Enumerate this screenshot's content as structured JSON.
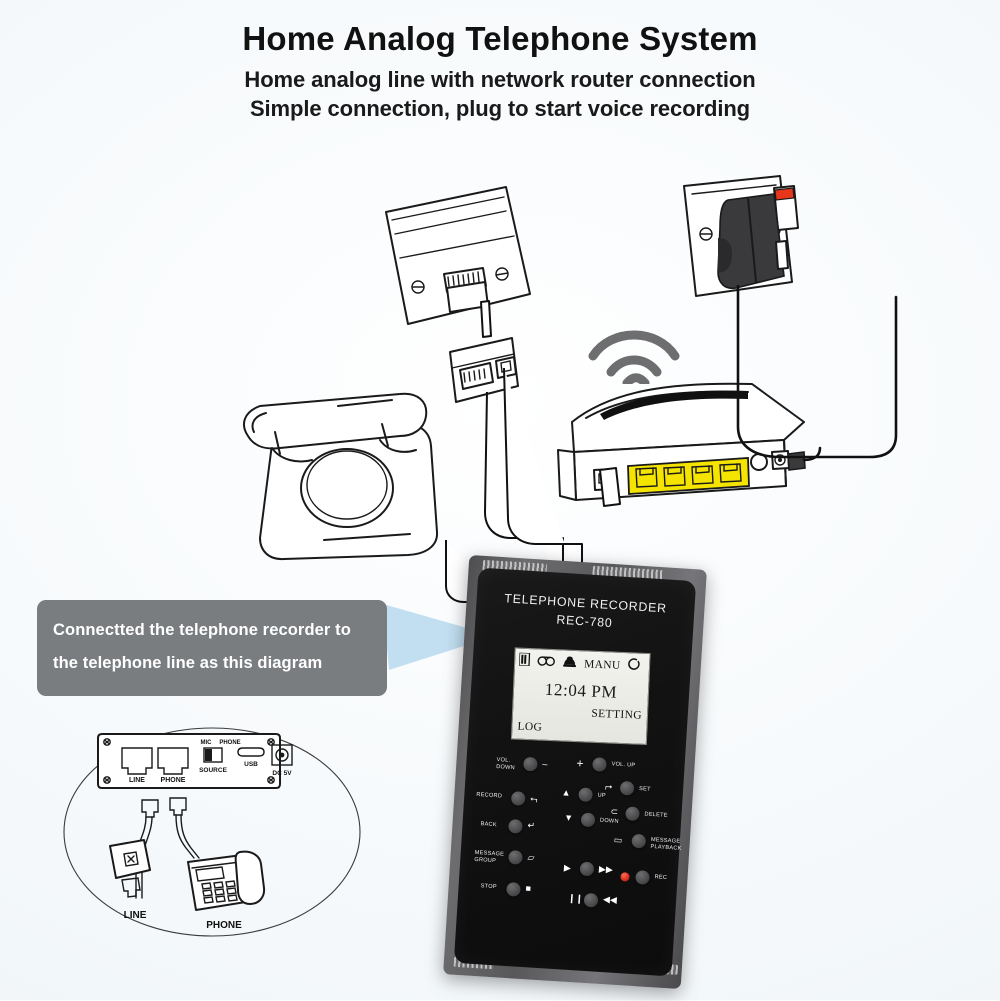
{
  "header": {
    "title": "Home Analog Telephone System",
    "subtitle_1": "Home analog line with network router connection",
    "subtitle_2": "Simple connection, plug to start voice recording"
  },
  "callout": {
    "line_1": "Connectted the telephone recorder to",
    "line_2": "the telephone line as this diagram",
    "bg_color": "#7a7d80",
    "text_color": "#ffffff",
    "arrow_color": "#bcdcf0"
  },
  "device": {
    "brand_line_1": "TELEPHONE RECORDER",
    "brand_line_2": "REC-780",
    "bezel_color": "#5a5a5c",
    "face_color": "#111111",
    "lcd": {
      "status_icons": [
        "battery-icon",
        "cassette-icon",
        "telephone-icon",
        "circle-icon"
      ],
      "mode_label": "MANU",
      "time": "12:04 PM",
      "soft_left": "LOG",
      "soft_right": "SETTING",
      "screen_color": "#ecece6"
    },
    "buttons": [
      {
        "name": "vol-down",
        "label": "VOL.\nDOWN",
        "glyph": "–"
      },
      {
        "name": "vol-up",
        "label": "VOL. UP",
        "glyph": "+"
      },
      {
        "name": "set",
        "label": "SET",
        "glyph": "⮣"
      },
      {
        "name": "up",
        "label": "UP",
        "glyph": "▲"
      },
      {
        "name": "record",
        "label": "RECORD",
        "glyph": "⮢"
      },
      {
        "name": "delete",
        "label": "DELETE",
        "glyph": "⊂"
      },
      {
        "name": "down",
        "label": "DOWN",
        "glyph": "▼"
      },
      {
        "name": "back",
        "label": "BACK",
        "glyph": "↵"
      },
      {
        "name": "message-playback",
        "label": "MESSAGE\nPLAYBACK",
        "glyph": "▭"
      },
      {
        "name": "message-group",
        "label": "MESSAGE\nGROUP",
        "glyph": "▱"
      },
      {
        "name": "play",
        "label": "",
        "glyph": "▶"
      },
      {
        "name": "fast-forward",
        "label": "",
        "glyph": "▶▶"
      },
      {
        "name": "rec",
        "label": "REC",
        "glyph": ""
      },
      {
        "name": "stop",
        "label": "STOP",
        "glyph": "■"
      },
      {
        "name": "pause",
        "label": "",
        "glyph": "❙❙"
      },
      {
        "name": "rewind",
        "label": "",
        "glyph": "◀◀"
      }
    ],
    "led_color": "#d4291c"
  },
  "inset_diagram": {
    "rear_panel": {
      "port_line": "LINE",
      "port_phone": "PHONE",
      "switch_label": "SOURCE",
      "switch_option_1": "MIC",
      "switch_option_2": "PHONE",
      "usb_label": "USB",
      "power_label": "DC 5V"
    },
    "device_label_line": "LINE",
    "device_label_phone": "PHONE"
  },
  "scene": {
    "wall_jack": "wall-telephone-jack",
    "splitter": "rj11-splitter",
    "rotary_phone": "rotary-telephone",
    "router": "network-router",
    "router_ports": 4,
    "router_port_color": "#f5e400",
    "wall_socket": "mains-wall-socket",
    "power_adapter": "power-adapter",
    "wifi": "wifi-signal-icon",
    "wifi_color": "#6e6e70"
  }
}
